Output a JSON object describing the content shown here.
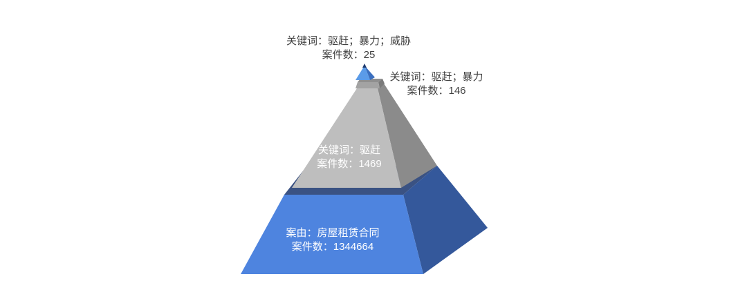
{
  "chart_data": {
    "type": "pyramid",
    "categories": [
      "案由：房屋租赁合同",
      "关键词：驱赶",
      "关键词：驱赶；暴力",
      "关键词：驱赶；暴力；威胁"
    ],
    "values": [
      1344664,
      1469,
      146,
      25
    ],
    "value_label_prefix": "案件数：",
    "colors": [
      "#4e84df",
      "#bebebe",
      "#a3a3a3",
      "#5b9be8"
    ],
    "legend": false,
    "grid": false
  }
}
